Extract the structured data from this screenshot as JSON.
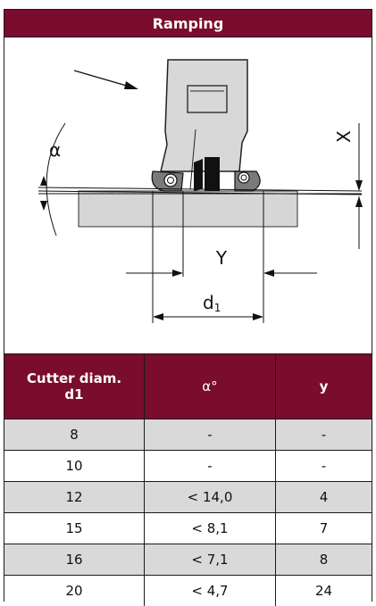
{
  "title": "Ramping",
  "diagram_labels": {
    "alpha": "α",
    "x": "X",
    "y": "Y",
    "d1_main": "d",
    "d1_sub": "1"
  },
  "table": {
    "headers": [
      "Cutter diam.",
      "d1",
      "α°",
      "y"
    ],
    "rows": [
      [
        "8",
        "-",
        "-"
      ],
      [
        "10",
        "-",
        "-"
      ],
      [
        "12",
        "< 14,0",
        "4"
      ],
      [
        "15",
        "< 8,1",
        "7"
      ],
      [
        "16",
        "< 7,1",
        "8"
      ],
      [
        "20",
        "< 4,7",
        "24"
      ]
    ]
  },
  "colors": {
    "header": "#7a0c2e",
    "row_alt": "#d9d9d9"
  }
}
